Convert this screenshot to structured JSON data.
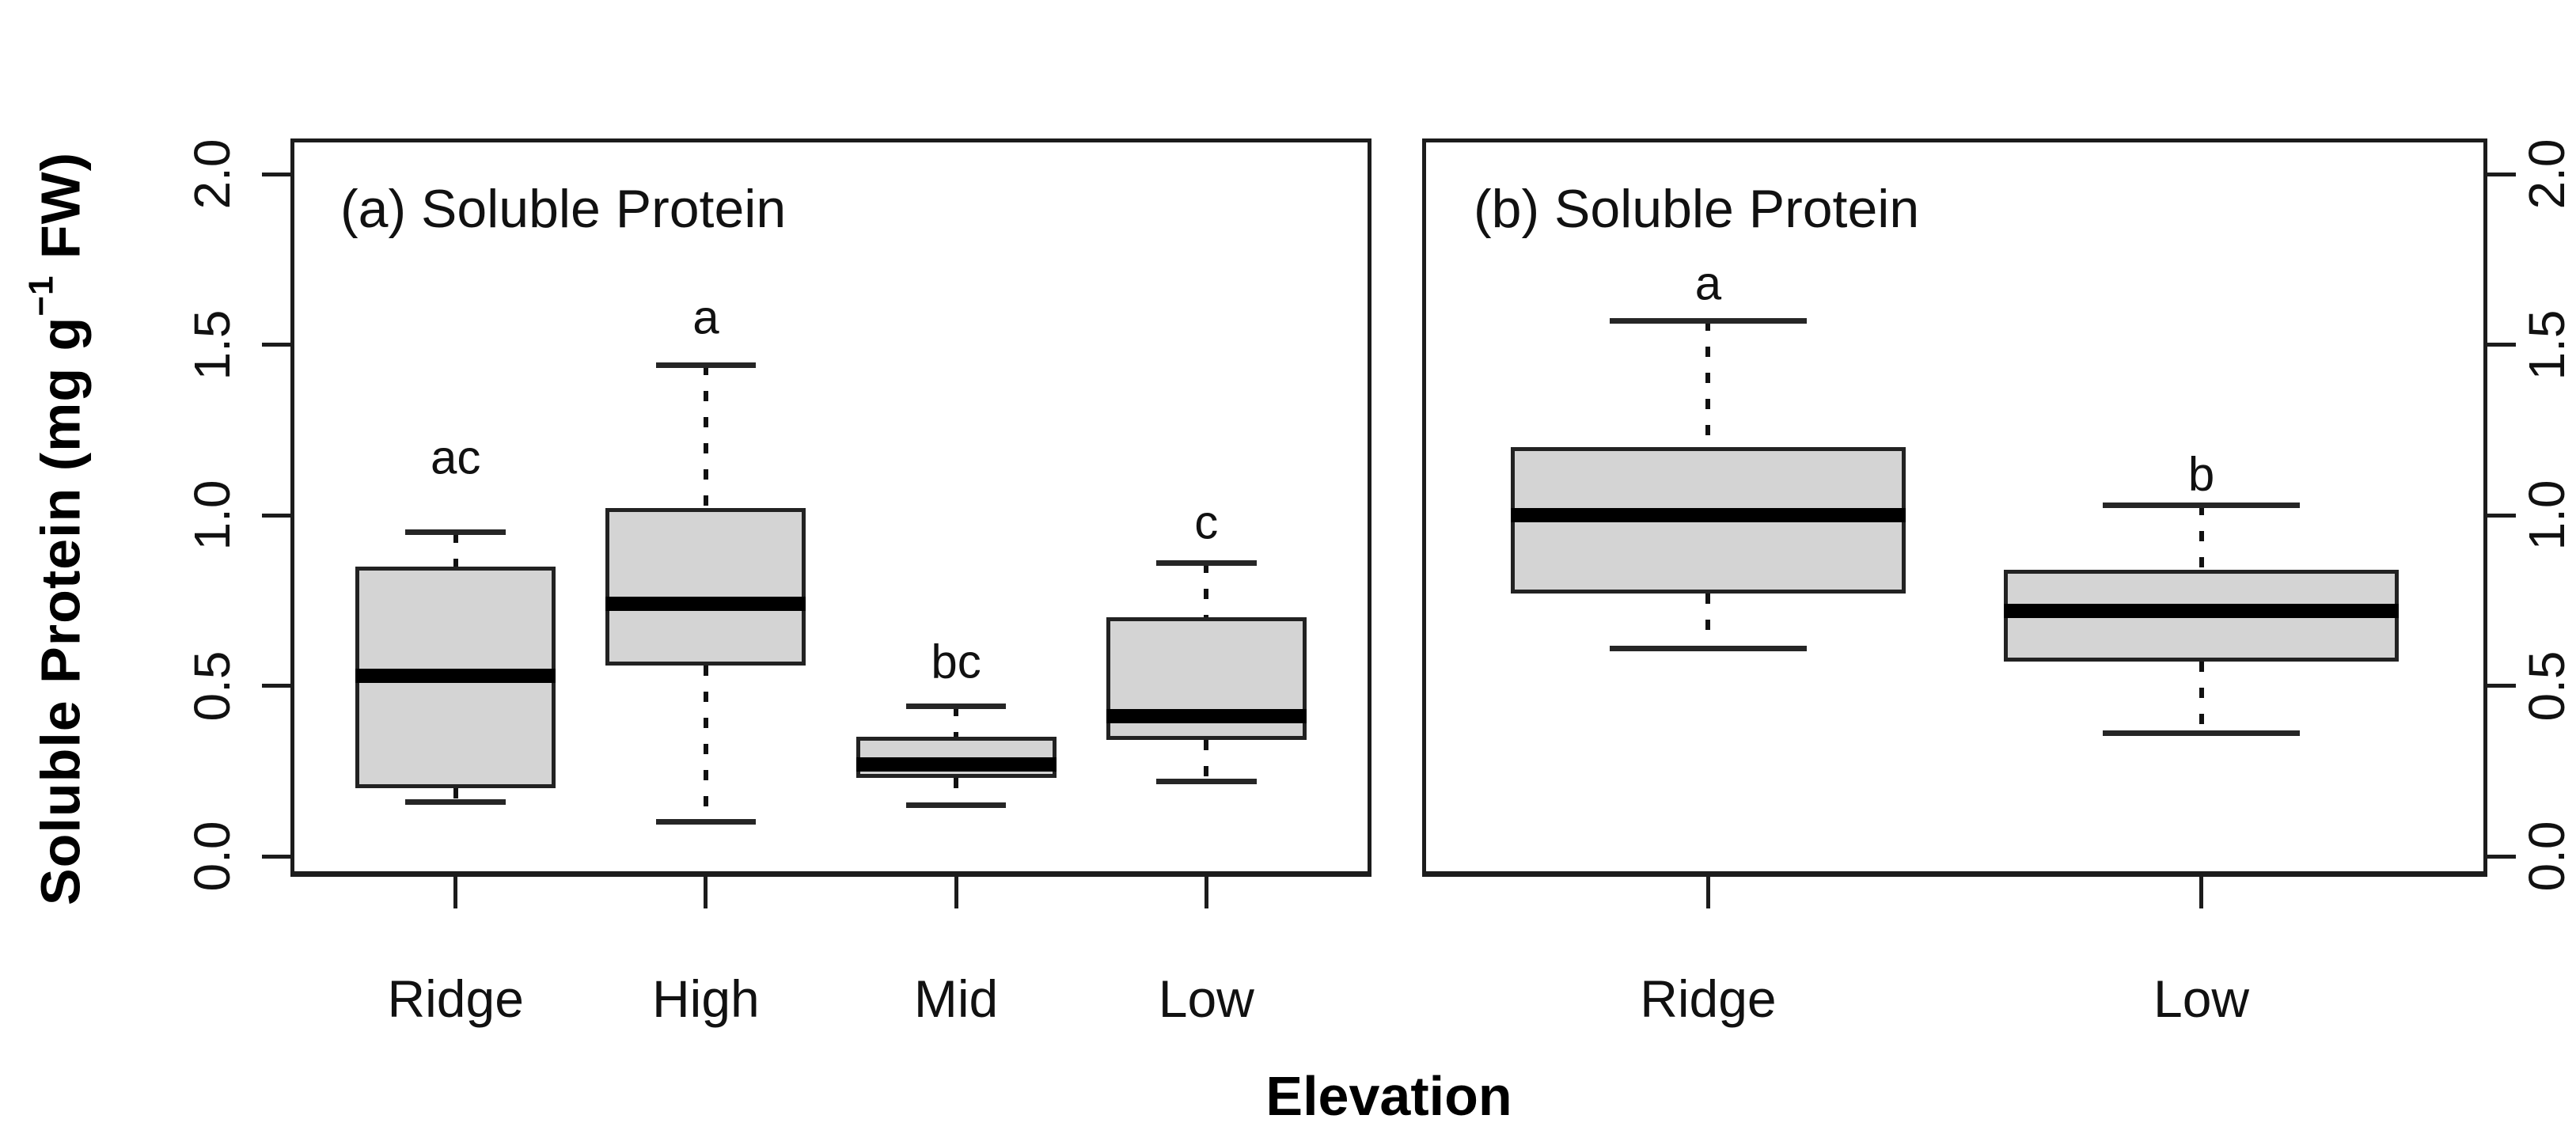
{
  "chart_data": {
    "type": "boxplot",
    "xlabel": "Elevation",
    "ylabel": "Soluble Protein (mg g−1 FW)",
    "ylabel_parts": {
      "prefix": "Soluble  Protein  (mg g",
      "sup": "−1",
      "suffix": " FW)"
    },
    "ylim": [
      0.0,
      2.05
    ],
    "yticks": [
      0.0,
      0.5,
      1.0,
      1.5,
      2.0
    ],
    "ytick_labels": [
      "0.0",
      "0.5",
      "1.0",
      "1.5",
      "2.0"
    ],
    "grid": "off",
    "legend": "none",
    "box_fill_color": "#d4d4d4",
    "box_border_color": "#222222",
    "median_color": "#000000",
    "panels": [
      {
        "label": "(a) Soluble Protein",
        "categories": [
          "Ridge",
          "High",
          "Mid",
          "Low"
        ],
        "boxes": [
          {
            "category": "Ridge",
            "whisker_low": 0.16,
            "q1": 0.2,
            "median": 0.53,
            "q3": 0.85,
            "whisker_high": 0.95,
            "sig_letter": "ac",
            "sig_letter_y": 1.17
          },
          {
            "category": "High",
            "whisker_low": 0.1,
            "q1": 0.56,
            "median": 0.74,
            "q3": 1.02,
            "whisker_high": 1.44,
            "sig_letter": "a",
            "sig_letter_y": 1.58
          },
          {
            "category": "Mid",
            "whisker_low": 0.15,
            "q1": 0.23,
            "median": 0.27,
            "q3": 0.35,
            "whisker_high": 0.44,
            "sig_letter": "bc",
            "sig_letter_y": 0.57
          },
          {
            "category": "Low",
            "whisker_low": 0.22,
            "q1": 0.34,
            "median": 0.41,
            "q3": 0.7,
            "whisker_high": 0.86,
            "sig_letter": "c",
            "sig_letter_y": 0.98
          }
        ]
      },
      {
        "label": "(b) Soluble Protein",
        "categories": [
          "Ridge",
          "Low"
        ],
        "boxes": [
          {
            "category": "Ridge",
            "whisker_low": 0.61,
            "q1": 0.77,
            "median": 1.0,
            "q3": 1.2,
            "whisker_high": 1.57,
            "sig_letter": "a",
            "sig_letter_y": 1.68
          },
          {
            "category": "Low",
            "whisker_low": 0.36,
            "q1": 0.57,
            "median": 0.72,
            "q3": 0.84,
            "whisker_high": 1.03,
            "sig_letter": "b",
            "sig_letter_y": 1.12
          }
        ]
      }
    ]
  }
}
